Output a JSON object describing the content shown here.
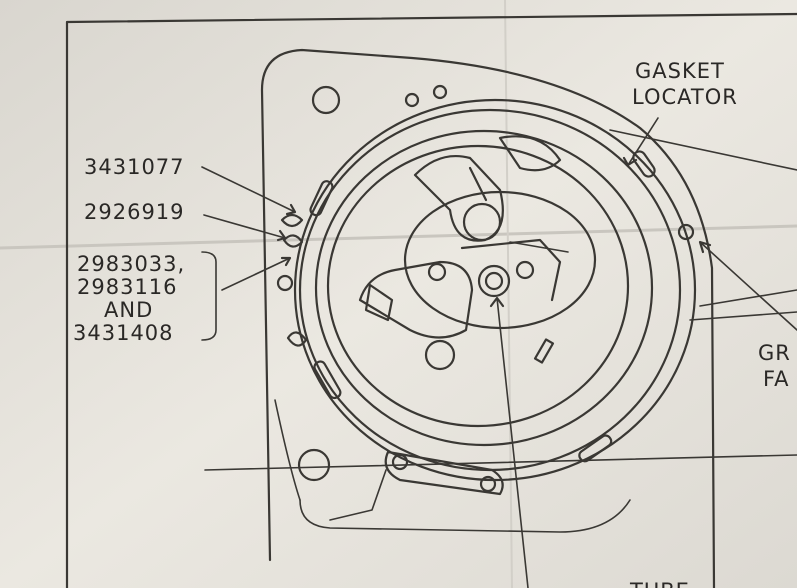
{
  "labels": {
    "gasket_locator_line1": "GASKET",
    "gasket_locator_line2": "LOCATOR",
    "part_1": "3431077",
    "part_2": "2926919",
    "part_3_line1": "2983033,",
    "part_3_line2": "2983116",
    "part_3_line3": "AND",
    "part_3_line4": "3431408",
    "right_partial_1": "GR",
    "right_partial_2": "FA",
    "bottom_partial": "TUBE"
  },
  "colors": {
    "paper": "#e6e3dc",
    "ink": "#3a3834"
  }
}
